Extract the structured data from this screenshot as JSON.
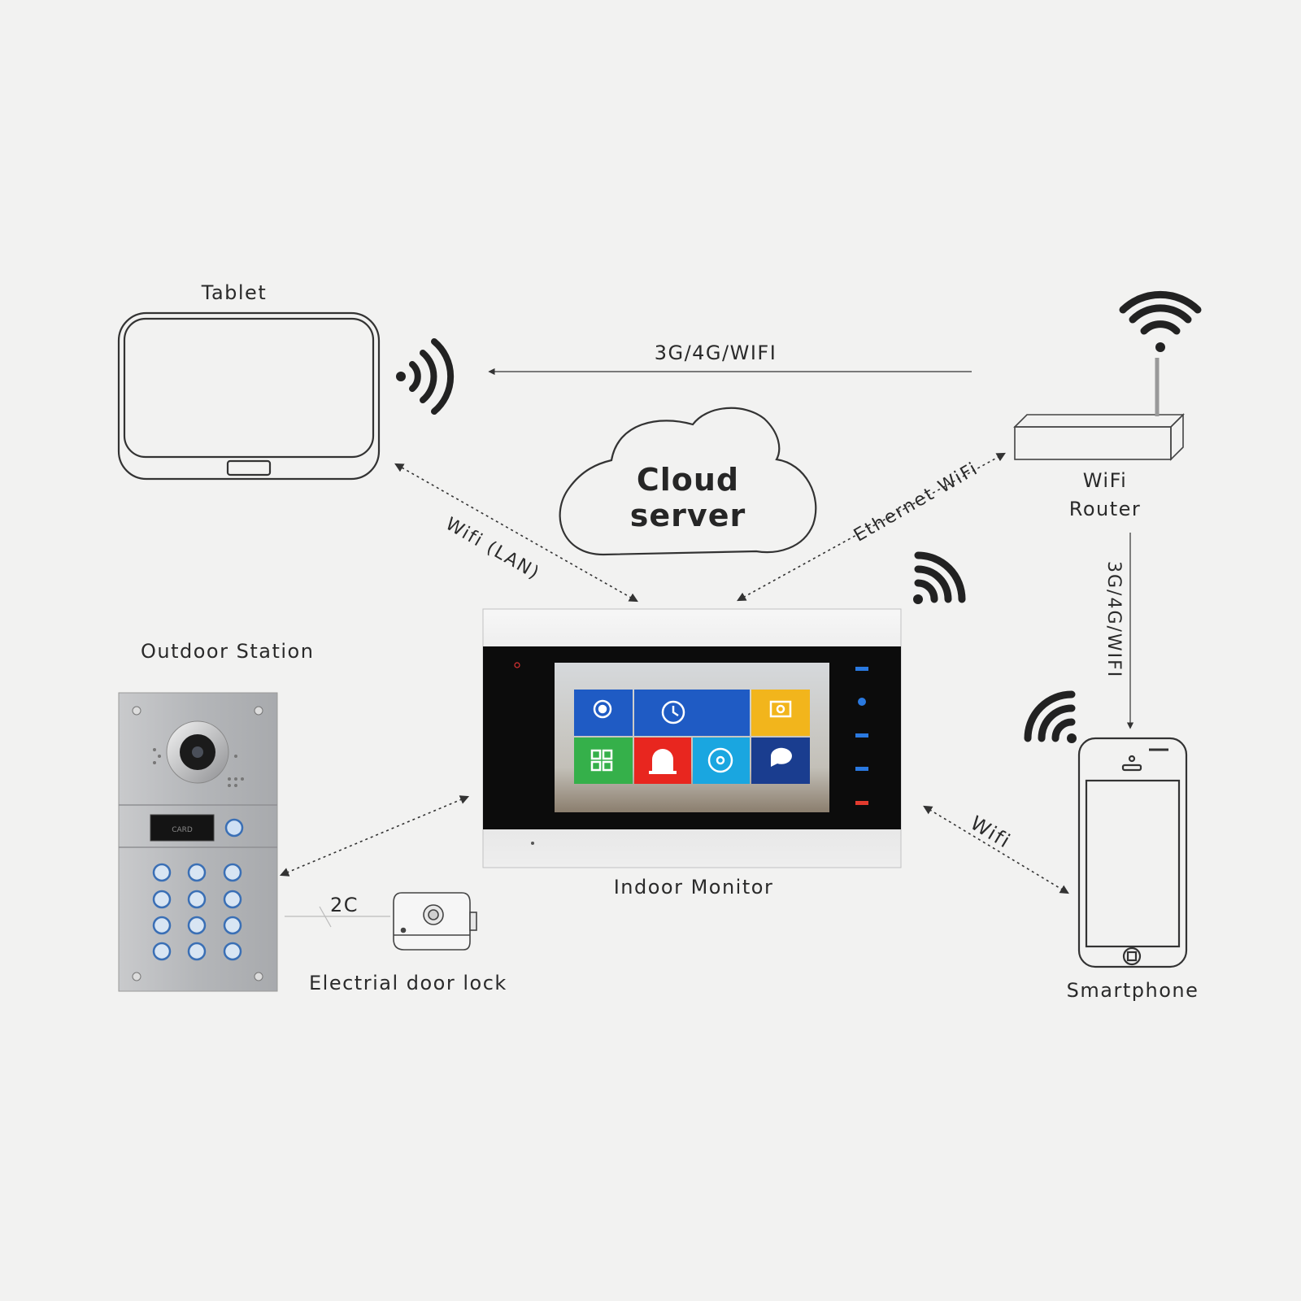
{
  "devices": {
    "tablet": "Tablet",
    "outdoor_station": "Outdoor Station",
    "indoor_monitor": "Indoor Monitor",
    "wifi_router": [
      "WiFi",
      "Router"
    ],
    "smartphone": "Smartphone",
    "door_lock": "Electrial door lock"
  },
  "cloud": [
    "Cloud",
    "server"
  ],
  "connections": {
    "tablet_router": "3G/4G/WIFI",
    "tablet_monitor": "Wifi (LAN)",
    "router_monitor": "Ethernet WiFi",
    "router_phone": "3G/4G/WIFI",
    "monitor_phone": "Wifi",
    "station_lock": "2C"
  },
  "outdoor_panel": {
    "card_label": "CARD"
  },
  "colors": {
    "background": "#f2f2f1",
    "line": "#333333",
    "tile_blue": "#1f5bc4",
    "tile_dark_blue": "#1a3d8f",
    "tile_yellow": "#f2b51c",
    "tile_green": "#35b04a",
    "tile_red": "#e8261f",
    "tile_cyan": "#1aa6e0"
  }
}
